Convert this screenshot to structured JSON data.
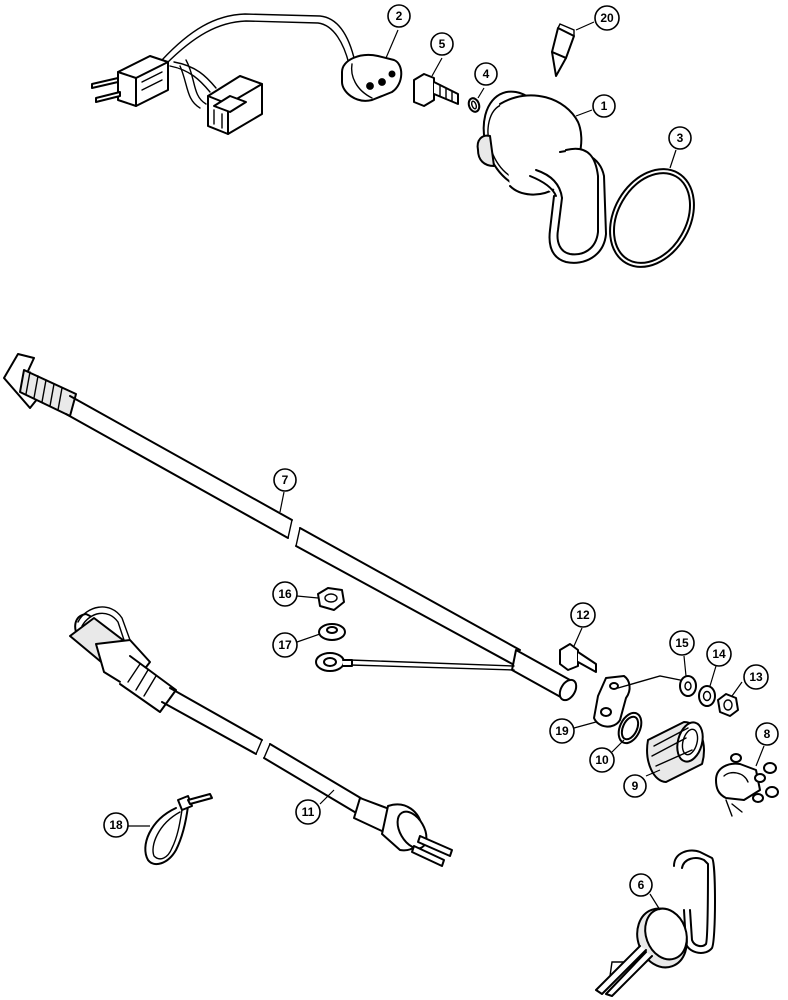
{
  "callouts": [
    {
      "label": "1"
    },
    {
      "label": "2"
    },
    {
      "label": "3"
    },
    {
      "label": "4"
    },
    {
      "label": "5"
    },
    {
      "label": "6"
    },
    {
      "label": "7"
    },
    {
      "label": "8"
    },
    {
      "label": "9"
    },
    {
      "label": "10"
    },
    {
      "label": "11"
    },
    {
      "label": "12"
    },
    {
      "label": "13"
    },
    {
      "label": "14"
    },
    {
      "label": "15"
    },
    {
      "label": "16"
    },
    {
      "label": "17"
    },
    {
      "label": "18"
    },
    {
      "label": "19"
    },
    {
      "label": "20"
    }
  ],
  "colors": {
    "line": "#000000",
    "background": "#ffffff",
    "shade": "#e9e9e9"
  }
}
